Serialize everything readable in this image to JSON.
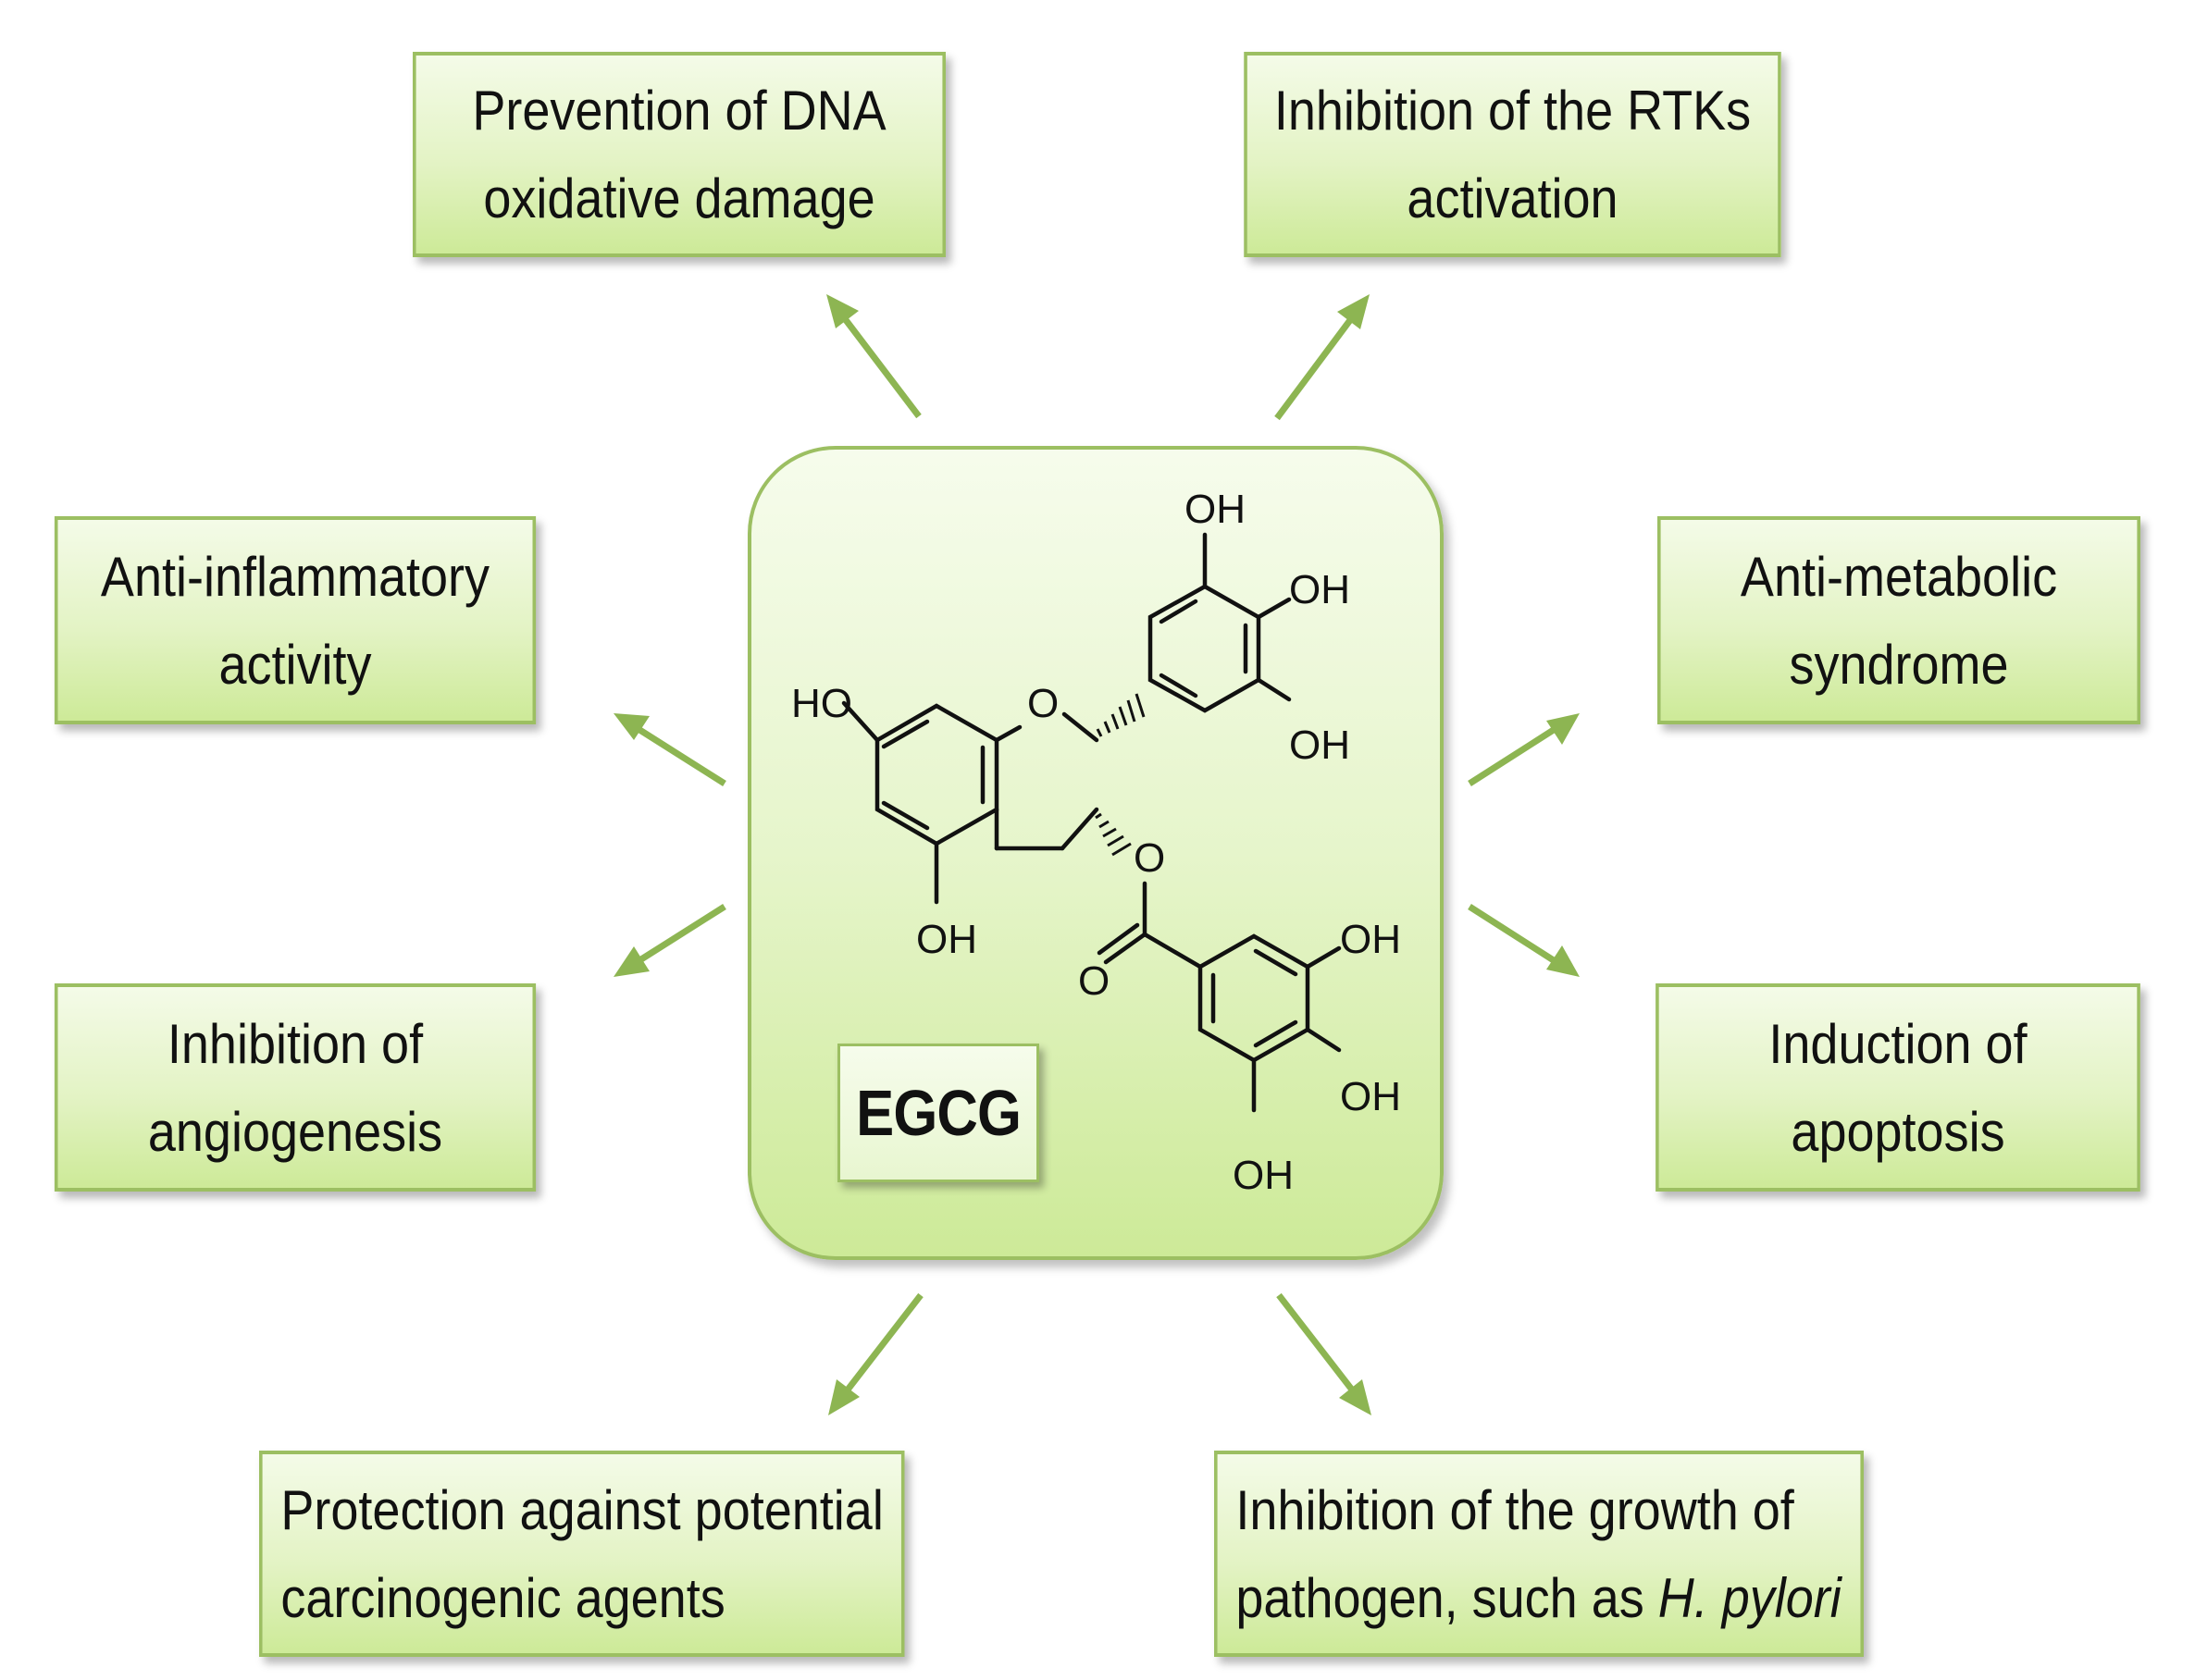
{
  "center": {
    "label": "EGCG",
    "structure_labels": [
      "OH",
      "OH",
      "OH",
      "HO",
      "O",
      "O",
      "OH",
      "O",
      "OH",
      "OH",
      "OH"
    ]
  },
  "effects": {
    "top_left": {
      "line1": "Prevention of DNA",
      "line2": "oxidative damage"
    },
    "top_right": {
      "line1": "Inhibition of the RTKs",
      "line2": "activation"
    },
    "mid_left_upper": {
      "line1": "Anti-inflammatory",
      "line2": "activity"
    },
    "mid_right_upper": {
      "line1": "Anti-metabolic",
      "line2": "syndrome"
    },
    "mid_left_lower": {
      "line1": "Inhibition of",
      "line2": "angiogenesis"
    },
    "mid_right_lower": {
      "line1": "Induction of",
      "line2": "apoptosis"
    },
    "bottom_left": {
      "line1": "Protection against potential",
      "line2": "carcinogenic agents"
    },
    "bottom_right": {
      "line1": "Inhibition of the growth of",
      "line2_plain": "pathogen, such as ",
      "line2_italic": "H. pylori"
    }
  },
  "colors": {
    "arrow": "#8db552",
    "box_border": "#9cbf62",
    "box_fill_top": "#f4fbe8",
    "box_fill_bottom": "#cdea98"
  }
}
